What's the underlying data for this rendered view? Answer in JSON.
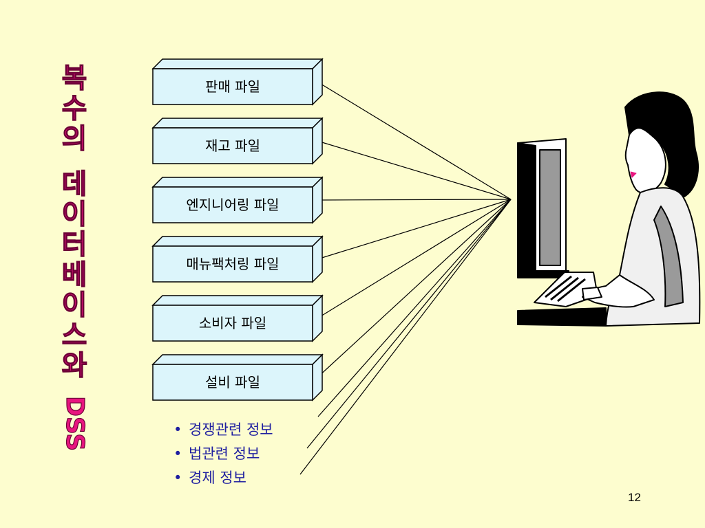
{
  "title": {
    "hangul": [
      "복",
      "수",
      "의",
      "데",
      "이",
      "터",
      "베",
      "이",
      "스",
      "와"
    ],
    "latin": "DSS"
  },
  "files": [
    "판매 파일",
    "재고 파일",
    "엔지니어링 파일",
    "매뉴팩처링 파일",
    "소비자 파일",
    "설비 파일"
  ],
  "info_items": [
    "경쟁관련 정보",
    "법관련 정보",
    "경제 정보"
  ],
  "page_number": "12",
  "colors": {
    "background": "#fdfdcf",
    "title_fill": "#e8157f",
    "box_face": "#dcf5fb",
    "info_text": "#1f1fa0"
  },
  "icons": [
    "person-at-computer-illustration"
  ]
}
